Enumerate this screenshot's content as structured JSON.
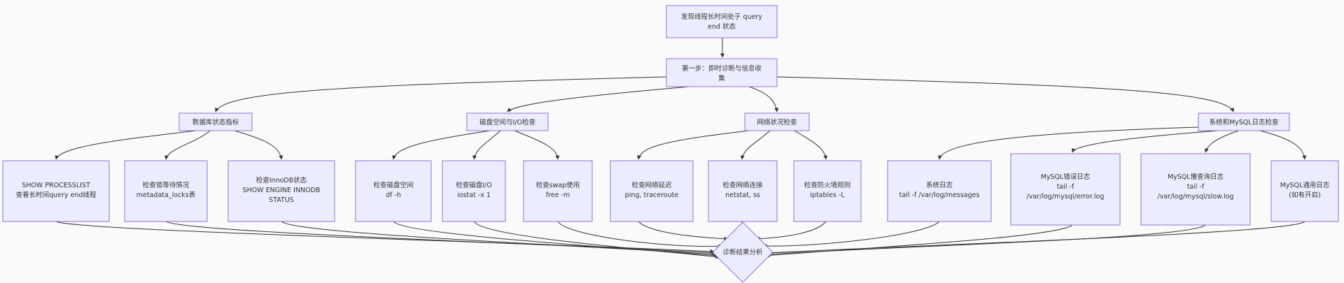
{
  "diagram": {
    "start": {
      "line1": "发现线程长时间处于 query",
      "line2": "end 状态"
    },
    "step1": {
      "line1": "第一步：即时诊断与信息收",
      "line2": "集"
    },
    "categories": {
      "db": "数据库状态指标",
      "disk": "磁盘空间与I/O检查",
      "net": "网络状况检查",
      "logs": "系统和MySQL日志检查"
    },
    "checks": {
      "processlist": {
        "line1": "SHOW PROCESSLIST",
        "line2": "查看长时间query end线程"
      },
      "locks": {
        "line1": "检查锁等待情况",
        "line2": "metadata_locks表"
      },
      "innodb": {
        "line1": "检查InnoDB状态",
        "line2": "SHOW ENGINE INNODB",
        "line3": "STATUS"
      },
      "diskspace": {
        "line1": "检查磁盘空间",
        "line2": "df -h"
      },
      "diskio": {
        "line1": "检查磁盘I/O",
        "line2": "iostat -x 1"
      },
      "swap": {
        "line1": "检查swap使用",
        "line2": "free -m"
      },
      "latency": {
        "line1": "检查网络延迟",
        "line2": "ping, traceroute"
      },
      "conn": {
        "line1": "检查网络连接",
        "line2": "netstat, ss"
      },
      "firewall": {
        "line1": "检查防火墙规则",
        "line2": "iptables -L"
      },
      "syslog": {
        "line1": "系统日志",
        "line2": "tail -f /var/log/messages"
      },
      "errorlog": {
        "line1": "MySQL错误日志",
        "line2": "tail -f",
        "line3": "/var/log/mysql/error.log"
      },
      "slowlog": {
        "line1": "MySQL慢查询日志",
        "line2": "tail -f",
        "line3": "/var/log/mysql/slow.log"
      },
      "generallog": {
        "line1": "MySQL通用日志",
        "line2": "(如有开启)"
      }
    },
    "result": "诊断结果分析"
  },
  "colors": {
    "node_fill": "#ececff",
    "node_stroke": "#9370db",
    "edge": "#333333",
    "background": "#fafafa"
  }
}
